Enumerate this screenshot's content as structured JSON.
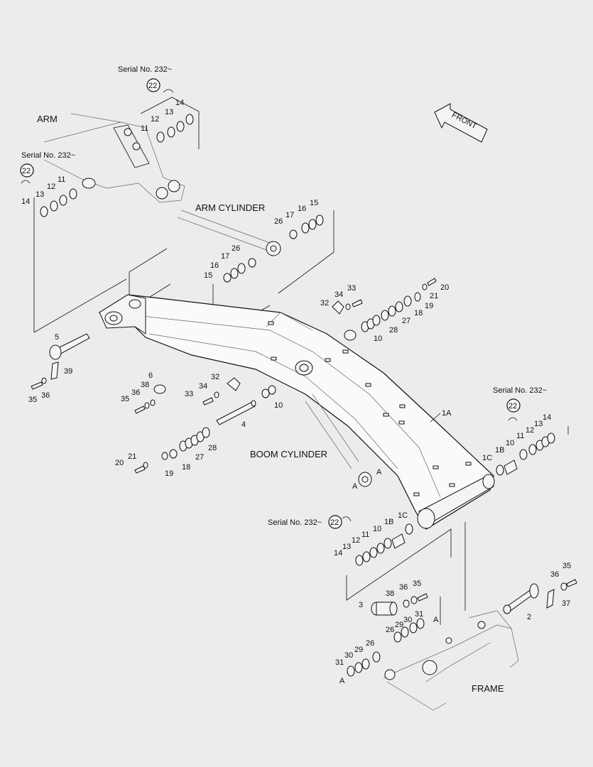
{
  "titles": {
    "arm": "ARM",
    "arm_cylinder": "ARM CYLINDER",
    "boom_cylinder": "BOOM CYLINDER",
    "frame": "FRAME",
    "front": "FRONT"
  },
  "serial_note": "Serial No. 232~",
  "callout": "22",
  "labels": {
    "n1A": "1A",
    "n1B": "1B",
    "n1C": "1C",
    "n2": "2",
    "n3": "3",
    "n4": "4",
    "n5": "5",
    "n6": "6",
    "n10": "10",
    "n11": "11",
    "n12": "12",
    "n13": "13",
    "n14": "14",
    "n15": "15",
    "n16": "16",
    "n17": "17",
    "n18": "18",
    "n19": "19",
    "n20": "20",
    "n21": "21",
    "n26": "26",
    "n27": "27",
    "n28": "28",
    "n29": "29",
    "n30": "30",
    "n31": "31",
    "n32": "32",
    "n33": "33",
    "n34": "34",
    "n35": "35",
    "n36": "36",
    "n37": "37",
    "n38": "38",
    "n39": "39",
    "A": "A"
  }
}
